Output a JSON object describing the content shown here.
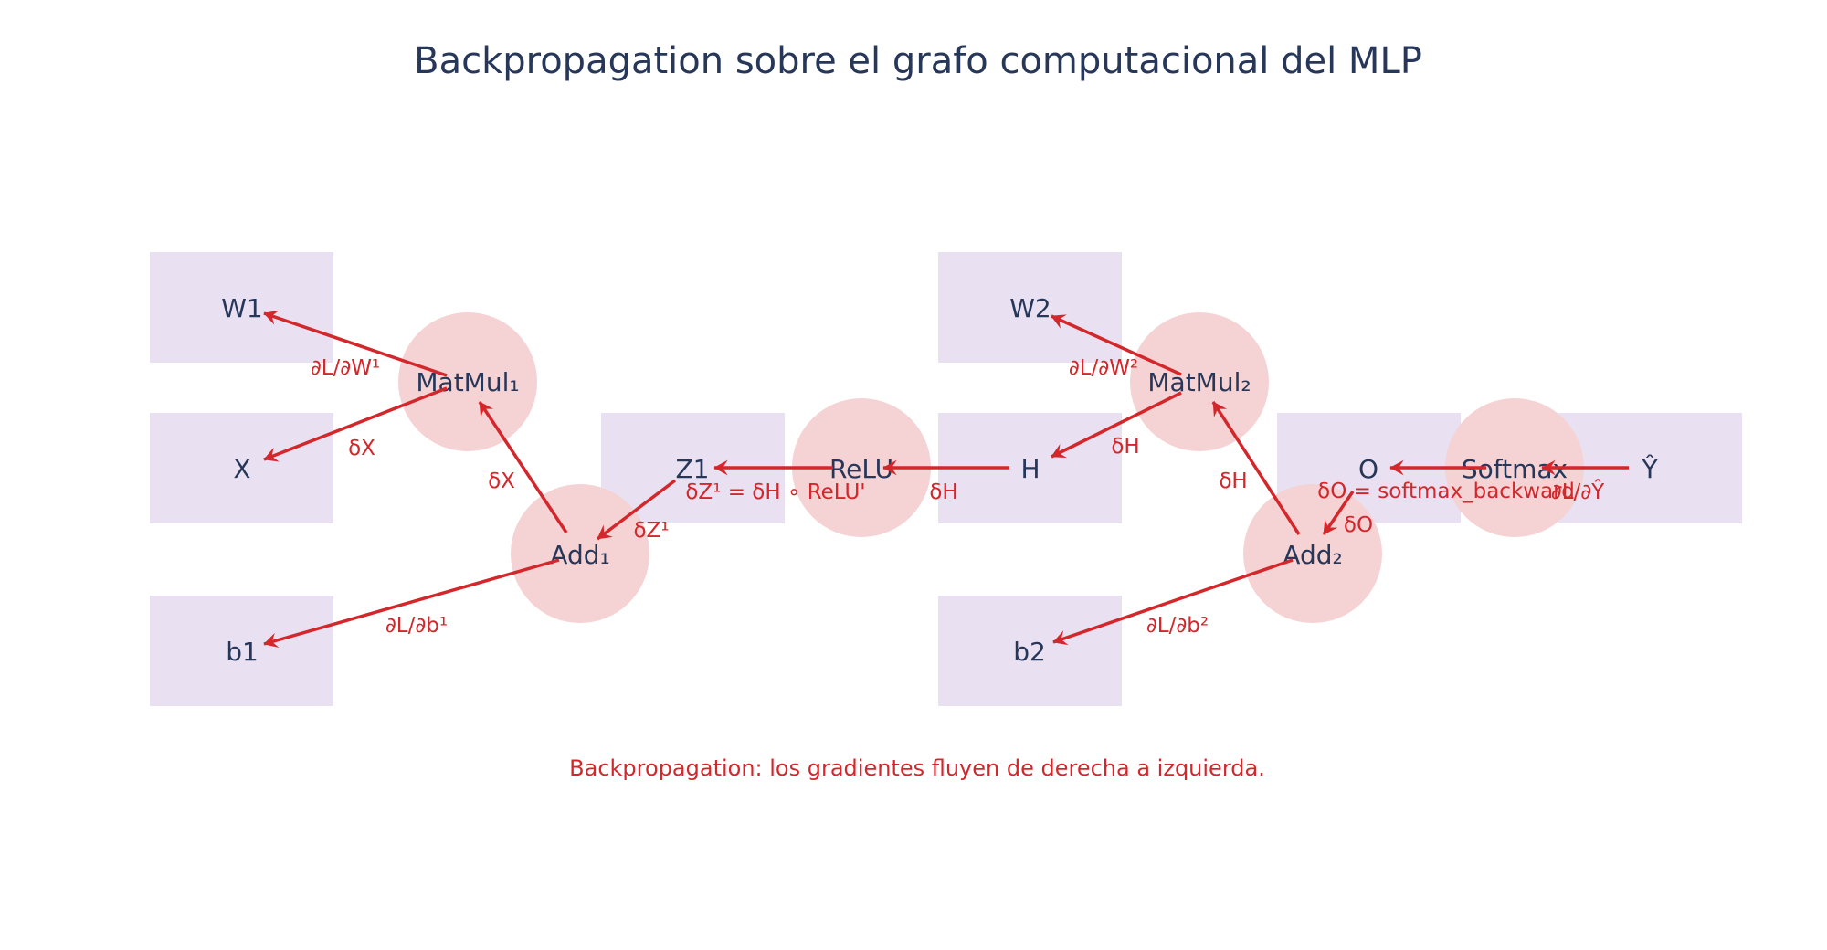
{
  "title": "Backpropagation sobre el grafo computacional del MLP",
  "caption": "Backpropagation: los gradientes fluyen de derecha a izquierda.",
  "colors": {
    "tensor_fill": "#e9e1f1",
    "op_fill": "#f5d2d3",
    "node_text": "#27375a",
    "gradient": "#d3272b"
  },
  "nodes": {
    "W1": "W1",
    "X": "X",
    "b1": "b1",
    "MatMul1": "MatMul₁",
    "Add1": "Add₁",
    "Z1": "Z1",
    "ReLU": "ReLU",
    "H": "H",
    "W2": "W2",
    "b2": "b2",
    "MatMul2": "MatMul₂",
    "Add2": "Add₂",
    "O": "O",
    "Softmax": "Softmax",
    "Yhat": "Ŷ"
  },
  "edges": {
    "dL_dYhat": "∂L/∂Ŷ",
    "dO": "δO = softmax_backward",
    "dO_add2": "δO",
    "dH_matmul2": "δH",
    "dL_dW2": "∂L/∂W²",
    "dL_db2": "∂L/∂b²",
    "dH_H": "δH",
    "dH_relu": "δH",
    "dZ1": "δZ¹ = δH ∘ ReLU'",
    "dZ1_add1": "δZ¹",
    "dX_matmul1": "δX",
    "dL_dW1": "∂L/∂W¹",
    "dX": "δX",
    "dL_db1": "∂L/∂b¹"
  }
}
